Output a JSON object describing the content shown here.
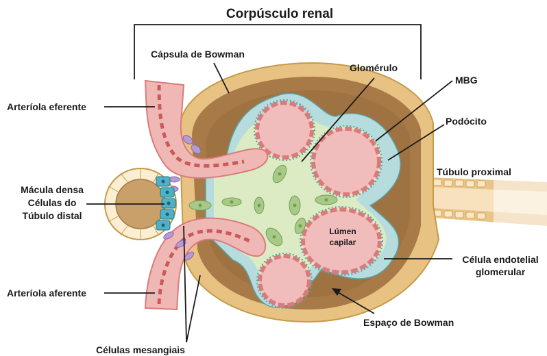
{
  "title": "Corpúsculo renal",
  "labels": {
    "capsula_bowman": "Cápsula de Bowman",
    "glomerulo": "Glomérulo",
    "mbg": "MBG",
    "podocito": "Podócito",
    "arteriola_eferente": "Arteríola eferente",
    "tubulo_proximal": "Túbulo proximal",
    "macula_densa_1": "Mácula densa",
    "macula_densa_2": "Células do",
    "macula_densa_3": "Túbulo distal",
    "lumen_1": "Lúmen",
    "lumen_2": "capilar",
    "celula_endotelial_1": "Célula endotelial",
    "celula_endotelial_2": "glomerular",
    "arteriola_aferente": "Arteríola aferente",
    "espaco_bowman": "Espaço de Bowman",
    "celulas_mesangiais": "Células mesangiais"
  },
  "colors": {
    "capsule": "#e9c98a",
    "capsule_edge": "#c59a48",
    "bowman_space": "#a87a48",
    "bowman_space_dark": "#8a5e34",
    "podocyte": "#b9dfe0",
    "podocyte_edge": "#5aa3a6",
    "mesangium": "#dcebc4",
    "capillary": "#f1bcbc",
    "capillary_wall": "#d97b7b",
    "endothelial": "#c9595b",
    "mesangial_cell": "#a9c98a",
    "mesangial_nucleus": "#6ea14b",
    "macula_cell": "#4fb0c6",
    "lacis": "#b79ad0"
  }
}
